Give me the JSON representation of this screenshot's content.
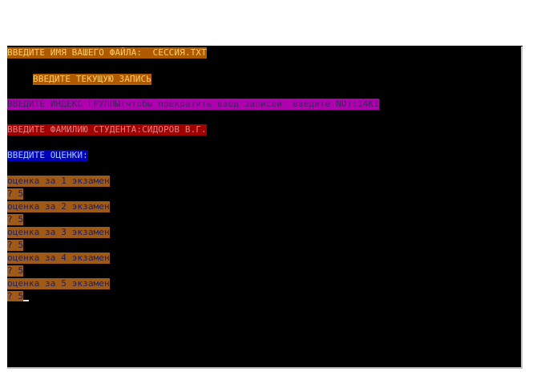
{
  "console": {
    "filename_prompt": "ВВЕДИТЕ ИМЯ ВАШЕГО ФАЙЛА:  СЕССИЯ.ТХТ",
    "record_prompt": "ВВЕДИТЕ ТЕКУЩУЮ ЗАПИСЬ",
    "group_prompt": "ВВЕДИТЕ ИНДЕКС ГРУППЫ(чтобы прекратить ввод записей  введите NO):14К1",
    "student_prompt": "ВВЕДИТЕ ФАМИЛИЮ СТУДЕНТА:СИДОРОВ В.Г.",
    "grades_prompt": "ВВЕДИТЕ ОЦЕНКИ:",
    "exams": [
      {
        "label": "оценка за 1 экзамен",
        "answer": "? 5"
      },
      {
        "label": "оценка за 2 экзамен",
        "answer": "? 5"
      },
      {
        "label": "оценка за 3 экзамен",
        "answer": "? 5"
      },
      {
        "label": "оценка за 4 экзамен",
        "answer": "? 5"
      },
      {
        "label": "оценка за 5 экзамен",
        "answer": "? 5"
      }
    ]
  },
  "colors": {
    "background": "#000000",
    "orange": "#b05a00",
    "magenta": "#b000b0",
    "red": "#a00000",
    "blue": "#0000b8"
  }
}
